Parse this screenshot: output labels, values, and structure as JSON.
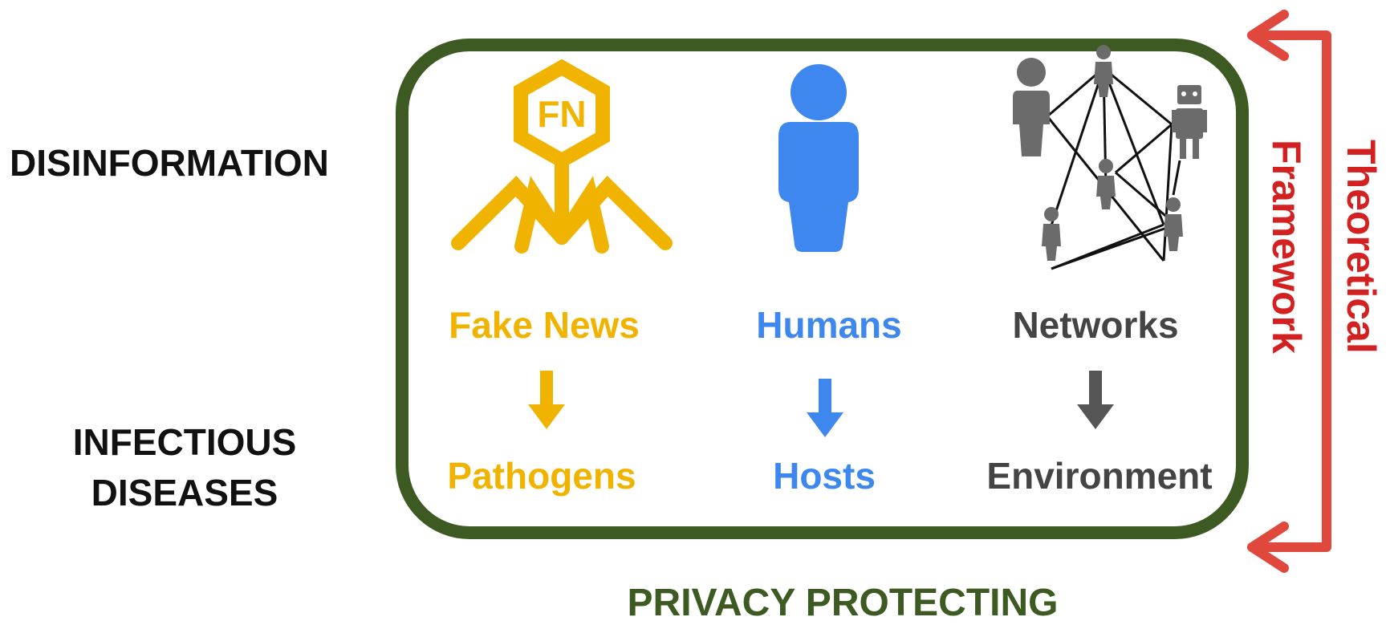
{
  "left_labels": {
    "disinformation": "DISINFORMATION",
    "infectious_line1": "INFECTIOUS",
    "infectious_line2": "DISEASES"
  },
  "columns": [
    {
      "top": "Fake News",
      "bottom": "Pathogens",
      "icon": "virus-icon",
      "icon_text": "FN",
      "color": "#f0b400"
    },
    {
      "top": "Humans",
      "bottom": "Hosts",
      "icon": "person-icon",
      "color": "#3d87ee"
    },
    {
      "top": "Networks",
      "bottom": "Environment",
      "icon": "network-icon",
      "color": "#444444"
    }
  ],
  "side_labels": {
    "framework": "Framework",
    "theoretical": "Theoretical"
  },
  "footer": "PRIVACY PROTECTING",
  "colors": {
    "frame": "#3d5a22",
    "bracket": "#e0483e",
    "side_text": "#d32020",
    "network_icons": "#6b6b6b"
  }
}
